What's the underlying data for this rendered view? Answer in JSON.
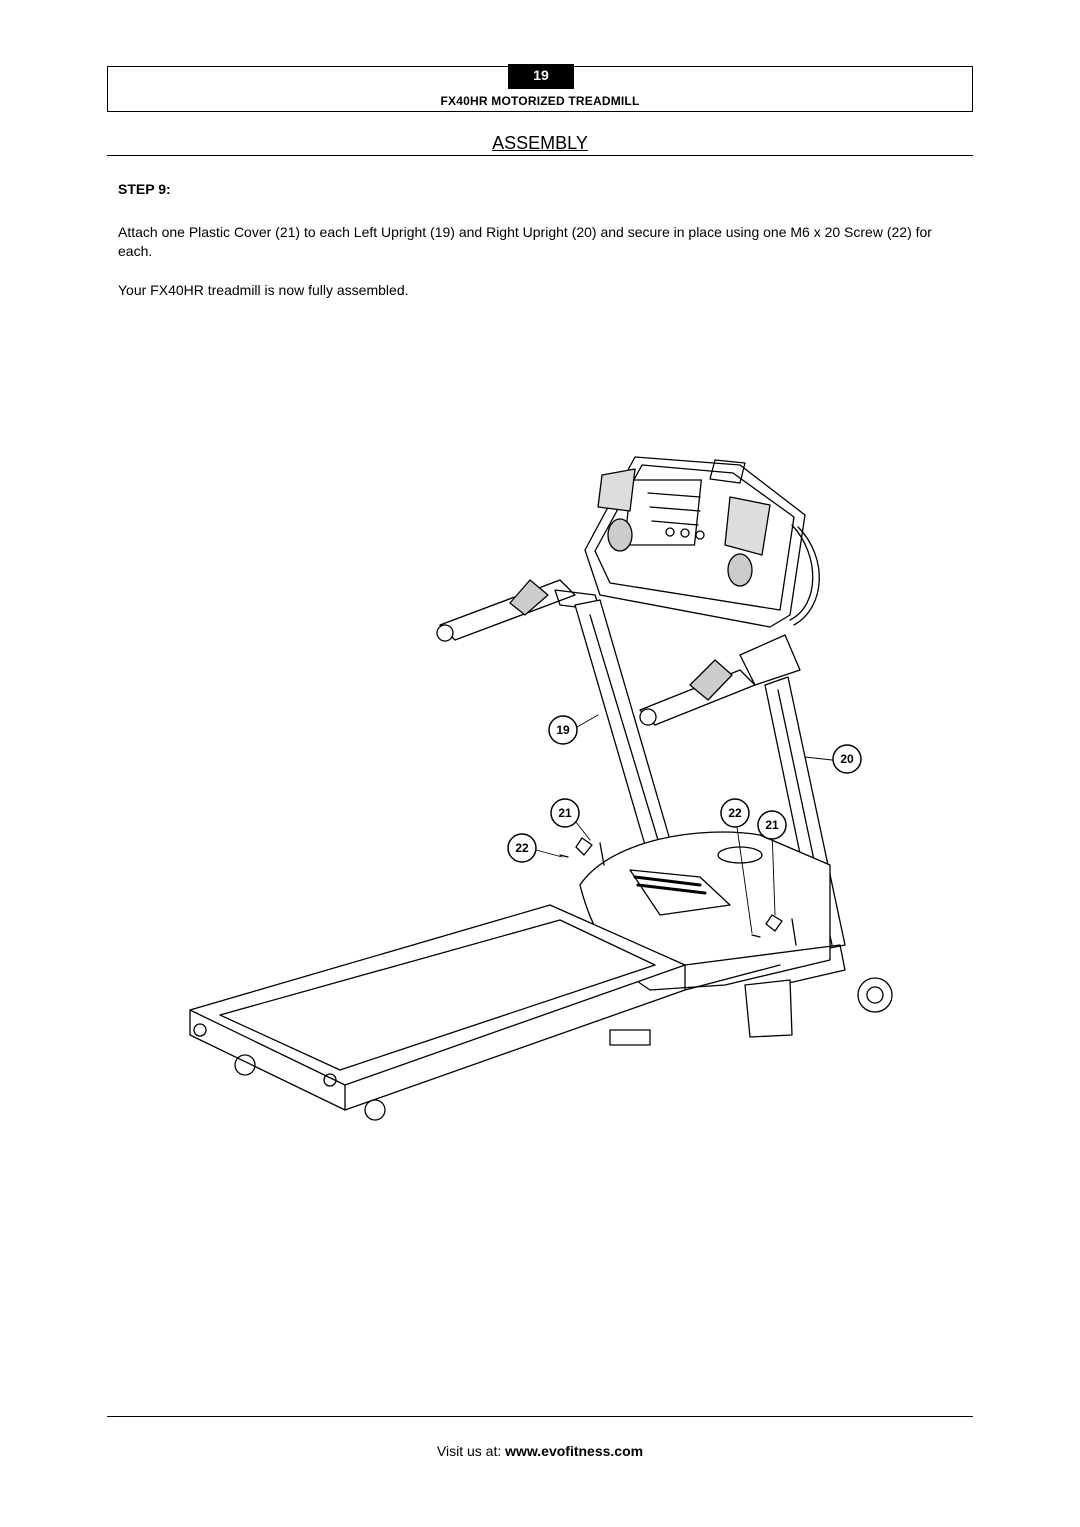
{
  "header": {
    "page_number": "19",
    "doc_title": "FX40HR MOTORIZED TREADMILL"
  },
  "section": {
    "title": "ASSEMBLY"
  },
  "step": {
    "label": "STEP 9:",
    "instruction": "Attach one Plastic Cover (21) to each Left Upright (19) and Right Upright (20) and secure in place using one M6 x 20 Screw (22) for each.",
    "completion": "Your FX40HR treadmill is now fully assembled."
  },
  "diagram": {
    "callouts": [
      "19",
      "20",
      "21",
      "22",
      "22",
      "21"
    ]
  },
  "footer": {
    "prefix": "Visit us at: ",
    "url": "www.evofitness.com"
  }
}
